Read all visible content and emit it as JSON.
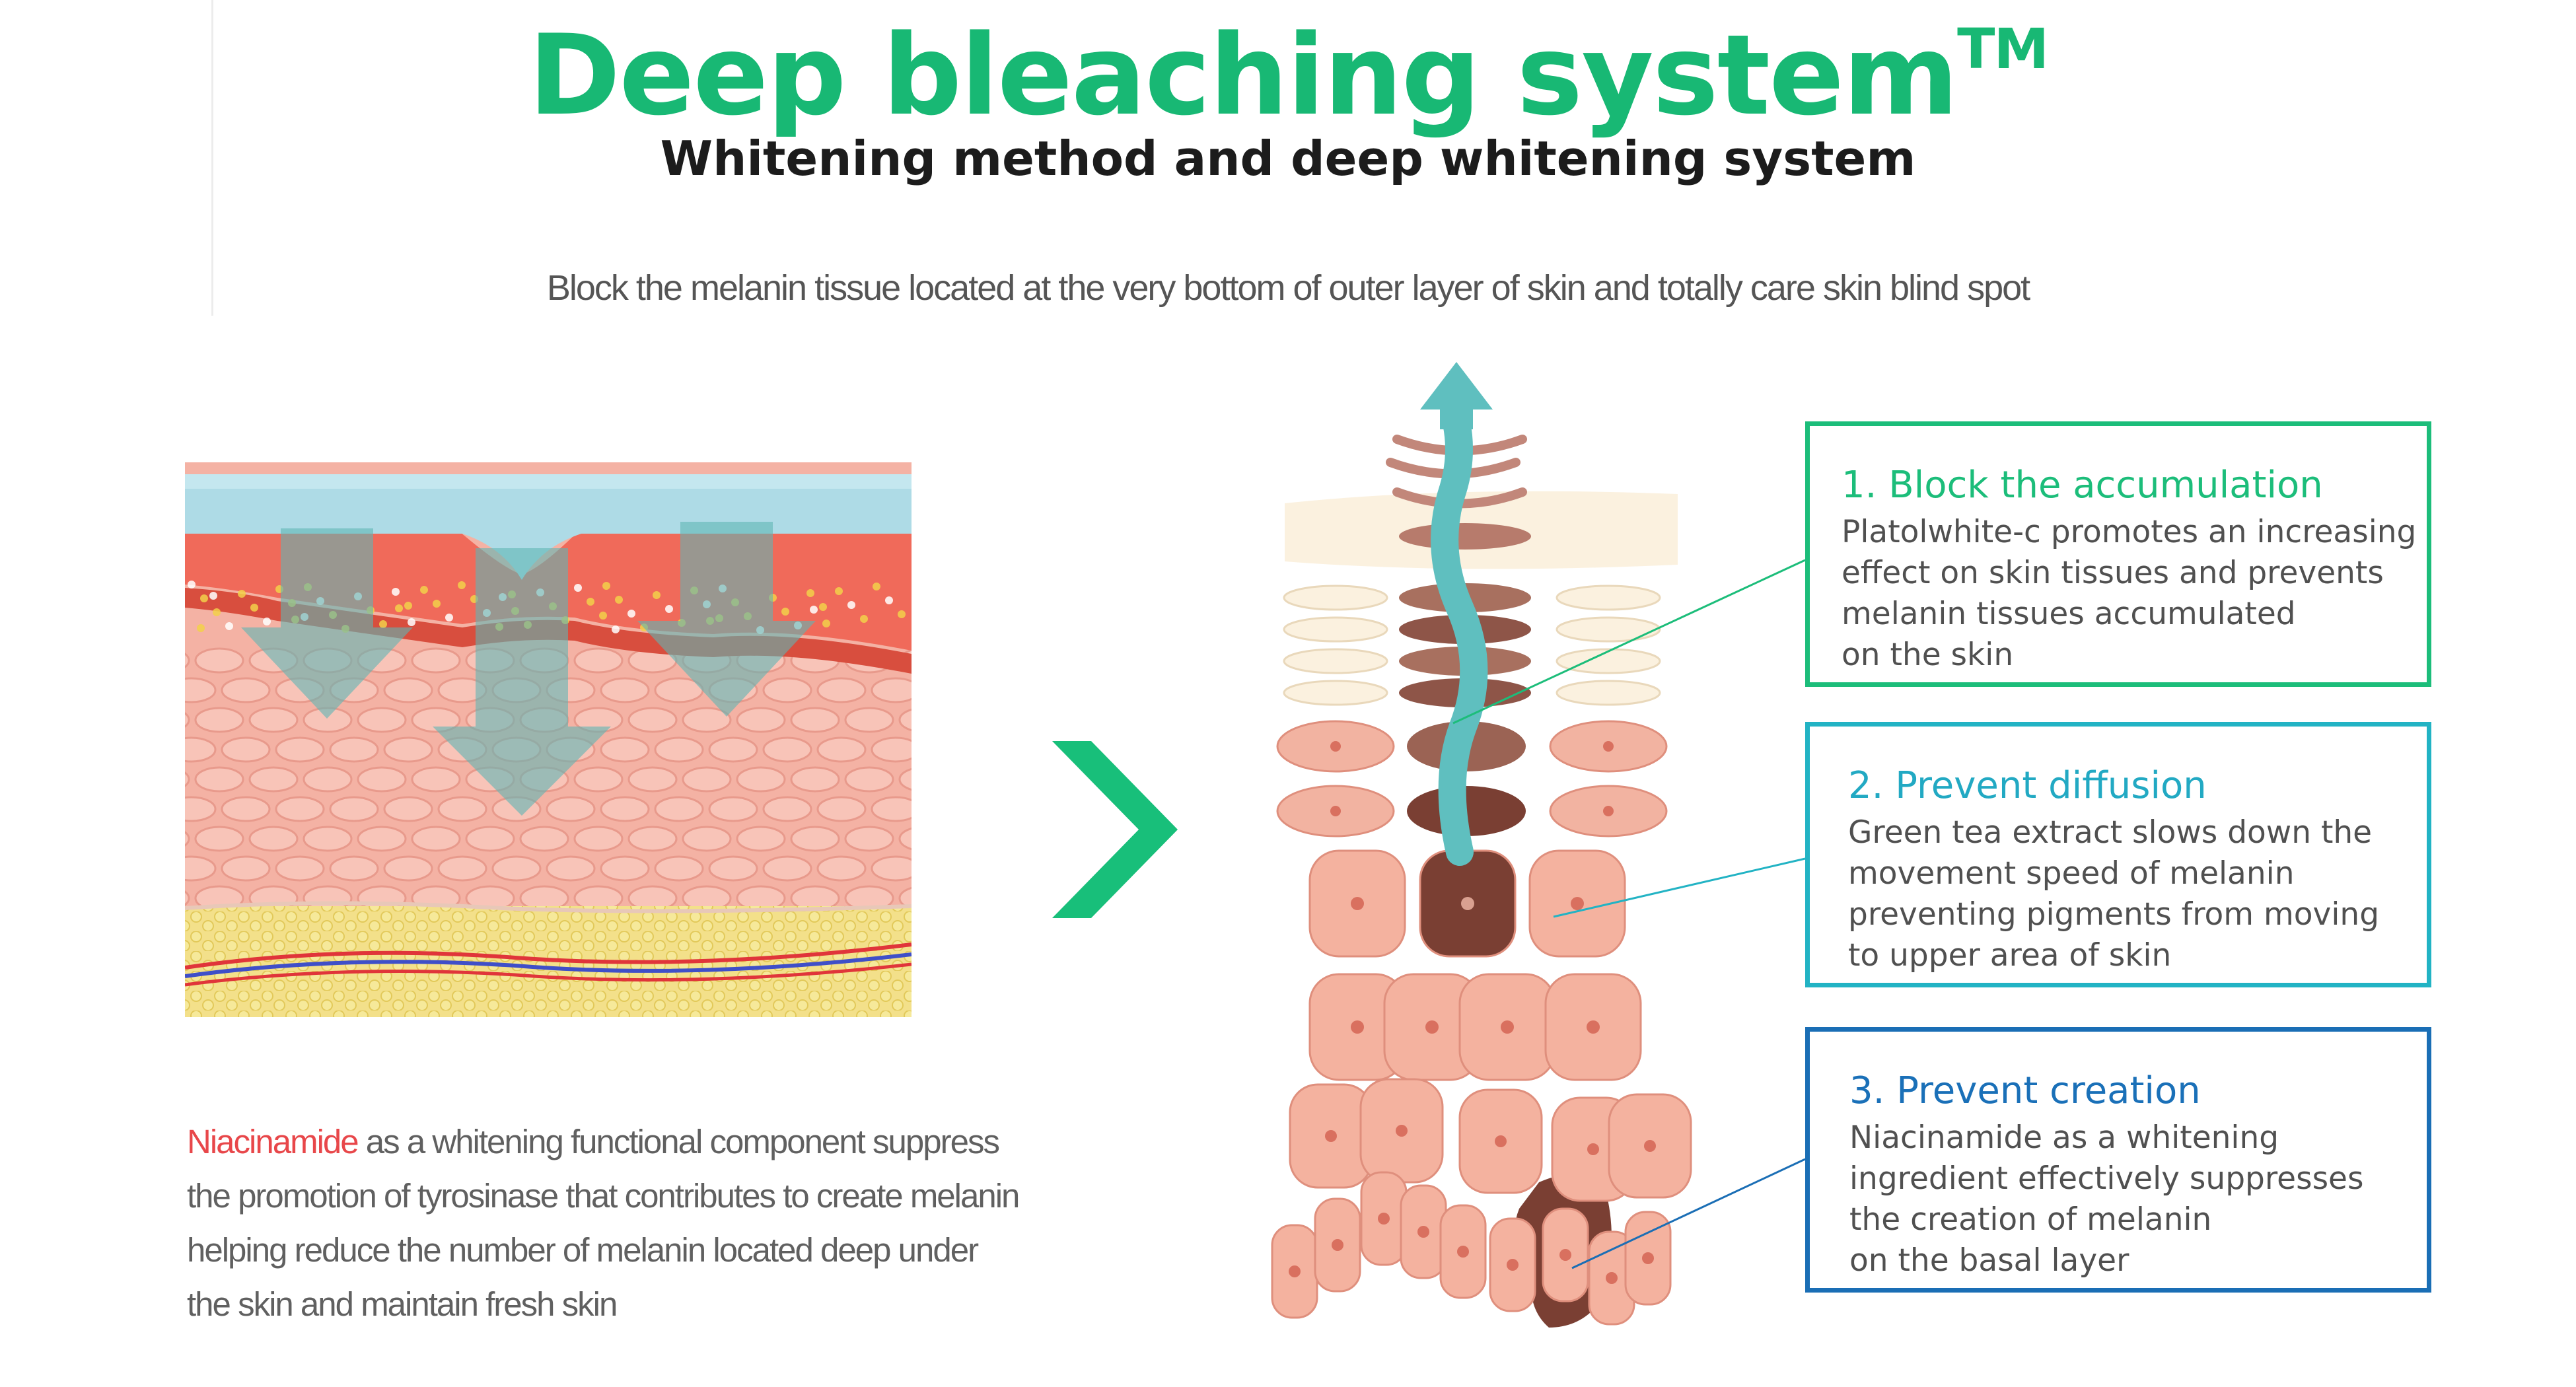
{
  "header": {
    "title": "Deep bleaching system",
    "title_mark": "TM",
    "subtitle": "Whitening method and deep whitening system"
  },
  "lead_text": "Block the melanin tissue located at the very bottom of outer layer of skin and totally care skin blind spot",
  "note": {
    "highlight": "Niacinamide",
    "line1_rest": " as a whitening functional component suppress",
    "line2": "the promotion of tyrosinase that contributes to create melanin",
    "line3": "helping reduce the number of melanin located deep under",
    "line4": "the skin and maintain fresh skin"
  },
  "steps": [
    {
      "title": "1. Block the accumulation",
      "lines": [
        "Platolwhite-c promotes an increasing",
        "effect on skin tissues and prevents",
        "melanin tissues accumulated",
        "on the skin"
      ]
    },
    {
      "title": "2. Prevent diffusion",
      "lines": [
        "Green tea extract slows down the",
        "movement speed of melanin",
        "preventing pigments from moving",
        "to upper area of skin"
      ]
    },
    {
      "title": "3. Prevent creation",
      "lines": [
        "Niacinamide as a whitening",
        "ingredient effectively suppresses",
        "the creation of melanin",
        "on the basal layer"
      ]
    }
  ],
  "colors": {
    "title_green": "#18b874",
    "box1": "#1cbd7a",
    "box2": "#22b3c4",
    "box3": "#1a6eb5",
    "highlight_red": "#e8474a",
    "arrow_teal": "#5fb9b9",
    "melanin_brown": "#7a3f33"
  },
  "icons": {
    "next": "chevron-right-icon",
    "upward": "wavy-up-arrow-icon",
    "downward": "down-arrow-icon"
  }
}
